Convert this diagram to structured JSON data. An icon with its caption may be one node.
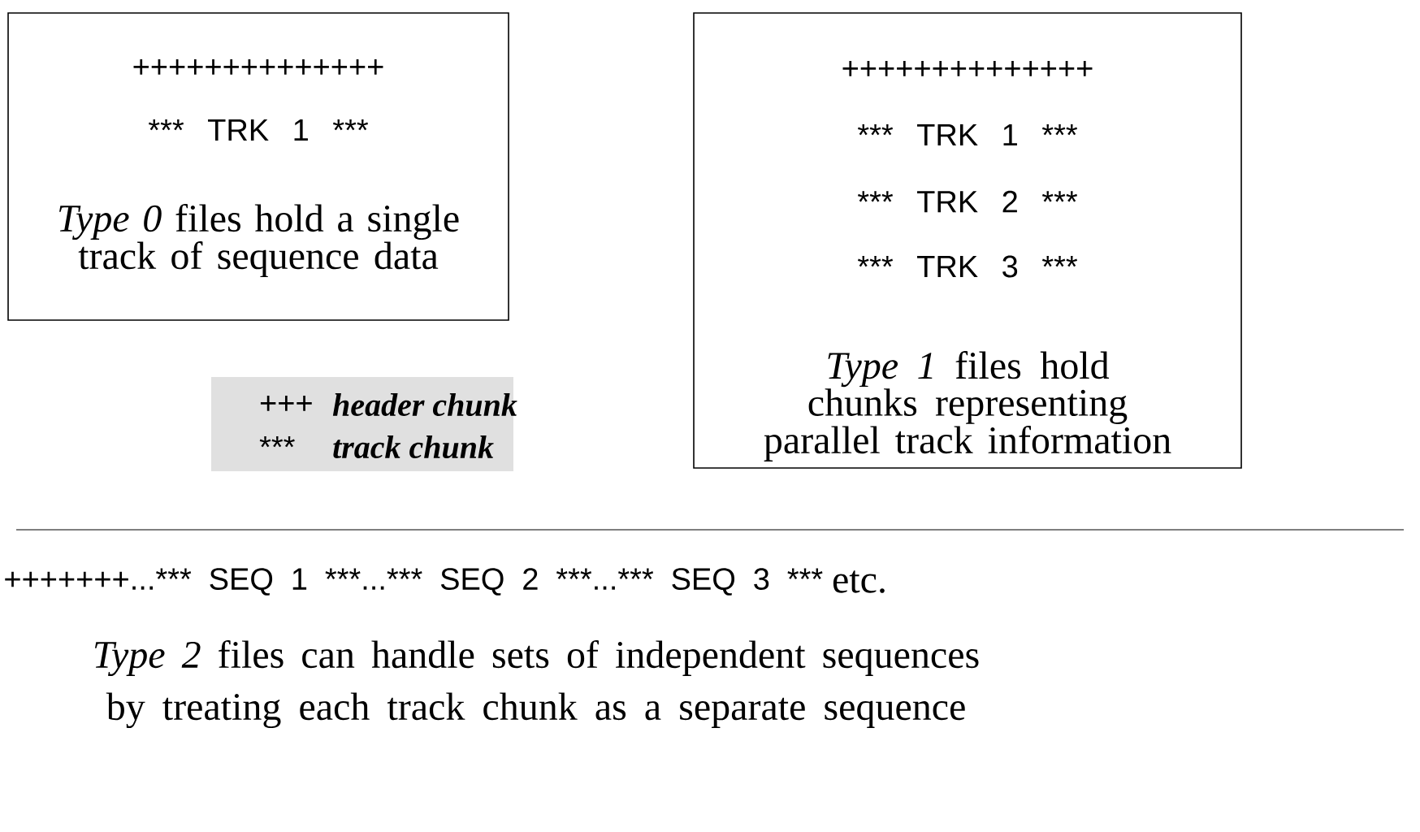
{
  "diagram": {
    "nodes": [
      {
        "text": [
          "++++++++++++++",
          "*** TRK 1 ***",
          "*Type 0* files hold a single track of sequence data"
        ]
      },
      {
        "text": [
          "++++++++++++++",
          "*** TRK 1 ***",
          "*** TRK 2 ***",
          "*** TRK 3 ***",
          "*Type 1* files hold chunks representing parallel track information"
        ]
      },
      {
        "text": [
          "+++",
          "header chunk",
          "***",
          "track chunk"
        ]
      }
    ],
    "edges": [],
    "labels": [
      "+++++++...*** SEQ 1 ***...*** SEQ 2 ***...*** SEQ 3 ***",
      "etc.",
      "*Type 2* files can handle sets of independent sequences by treating each track chunk as a separate sequence"
    ]
  }
}
